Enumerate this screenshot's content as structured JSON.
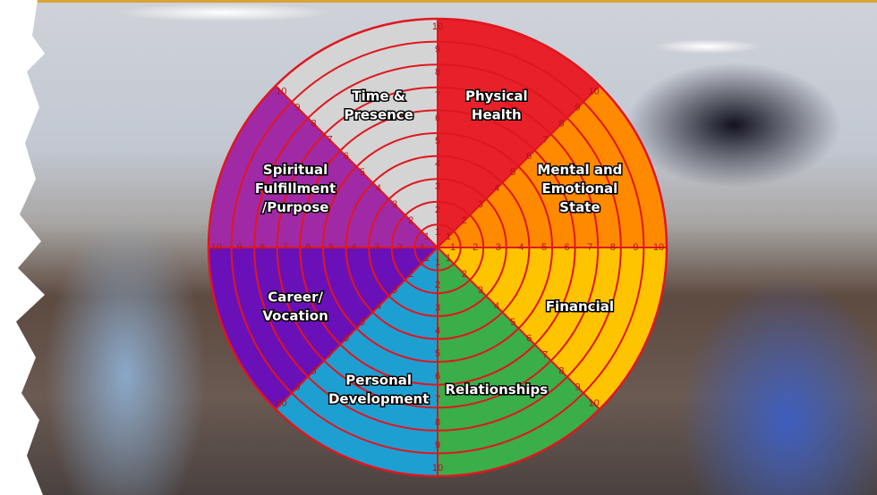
{
  "wheel": {
    "title": "Wheel of Life",
    "scale": [
      1,
      2,
      3,
      4,
      5,
      6,
      7,
      8,
      9,
      10
    ],
    "line_color": "#e0161e",
    "segments": [
      {
        "lines": [
          "Physical",
          "Health"
        ],
        "color": "#e8202a"
      },
      {
        "lines": [
          "Mental and",
          "Emotional",
          "State"
        ],
        "color": "#ff8a00"
      },
      {
        "lines": [
          "Financial"
        ],
        "color": "#ffc400"
      },
      {
        "lines": [
          "Relationships"
        ],
        "color": "#3aae48"
      },
      {
        "lines": [
          "Personal",
          "Development"
        ],
        "color": "#1e9fd2"
      },
      {
        "lines": [
          "Career/",
          "Vocation"
        ],
        "color": "#6a10b8"
      },
      {
        "lines": [
          "Spiritual",
          "Fulfillment",
          "/Purpose"
        ],
        "color": "#a02aa6"
      },
      {
        "lines": [
          "Time &",
          "Presence"
        ],
        "color": "#d4d4d4"
      }
    ]
  }
}
